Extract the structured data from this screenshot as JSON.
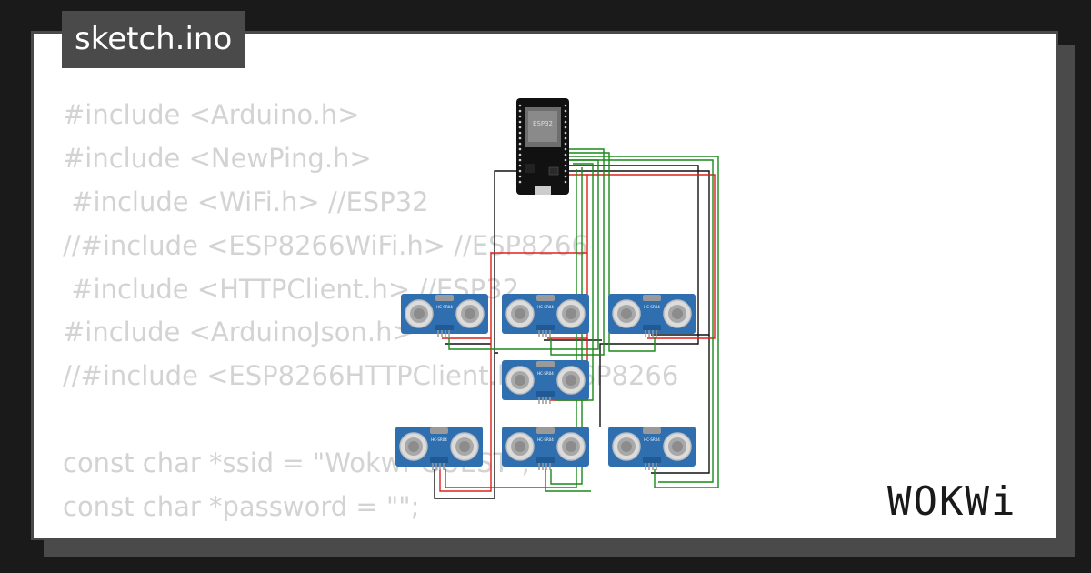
{
  "file": {
    "name": "sketch.ino"
  },
  "code": {
    "lines": [
      "#include <Arduino.h>",
      "#include <NewPing.h>",
      " #include <WiFi.h> //ESP32",
      "//#include <ESP8266WiFi.h> //ESP8266",
      " #include <HTTPClient.h> //ESP32",
      "#include <ArduinoJson.h>",
      "//#include <ESP8266HTTPClient.h> //ESP8266",
      "",
      "const char *ssid = \"Wokwi-GUEST\";",
      "const char *password = \"\";"
    ]
  },
  "circuit": {
    "board_label": "ESP32",
    "sensor_label": "HC-SR04",
    "wire_colors": {
      "power": "#e0201b",
      "ground": "#111111",
      "signal": "#1a8a1a"
    }
  },
  "brand": {
    "logo_text": "WOKWi"
  },
  "colors": {
    "background": "#1a1a1a",
    "card": "#ffffff",
    "frame": "#4a4a4a",
    "code_text": "#d3d3d3",
    "sensor_blue": "#2f6fb0",
    "board_black": "#111111"
  },
  "icons": {
    "brand_logo": "wokwi-logo"
  }
}
